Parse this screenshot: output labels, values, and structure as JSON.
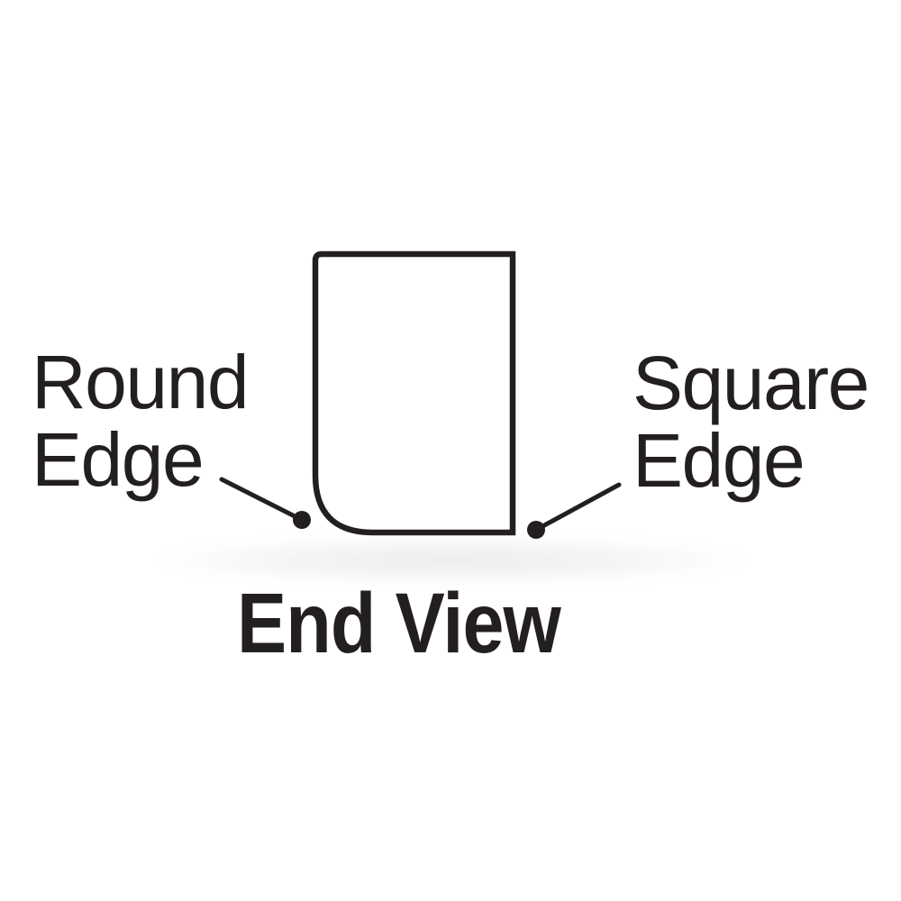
{
  "figure": {
    "caption": "End View",
    "callouts": [
      {
        "id": "round-edge",
        "label": "Round Edge",
        "label_lines": "Round\nEdge",
        "side": "left"
      },
      {
        "id": "square-edge",
        "label": "Square Edge",
        "label_lines": "Square\nEdge",
        "side": "right"
      }
    ],
    "colors": {
      "line": "#231f20",
      "background": "#ffffff"
    }
  }
}
